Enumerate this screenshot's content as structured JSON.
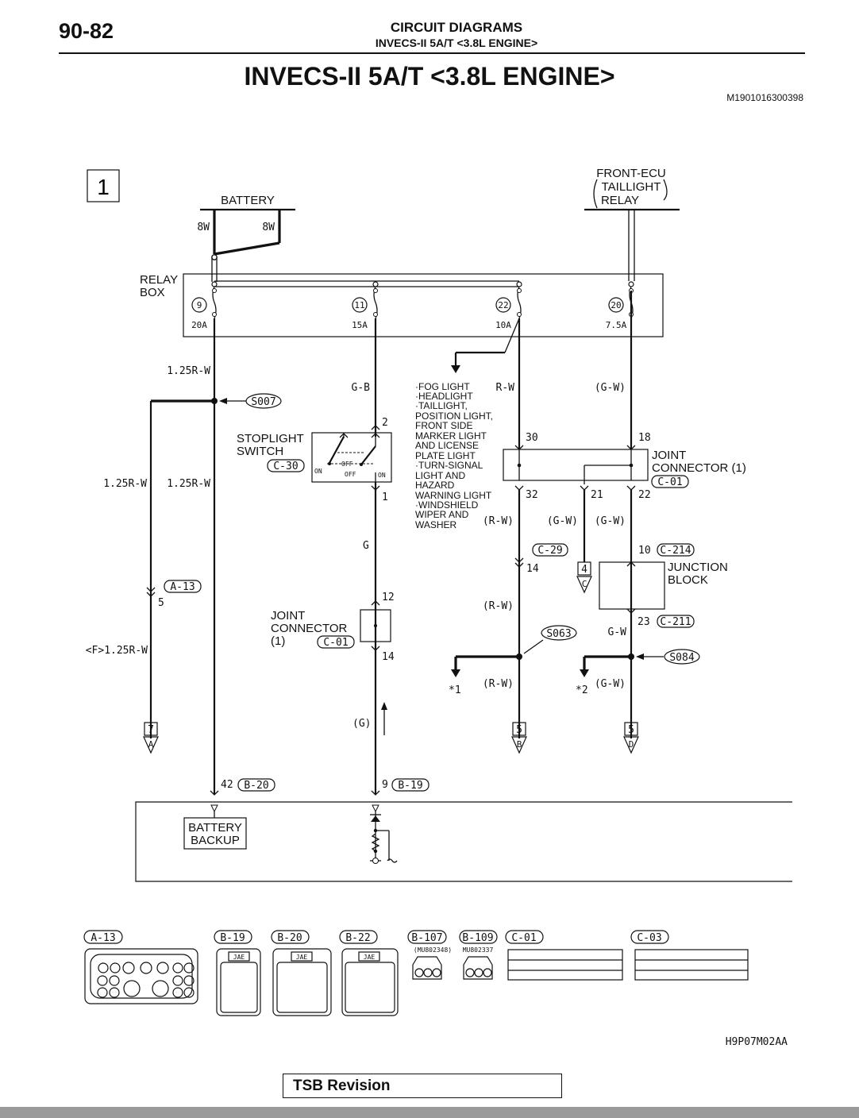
{
  "header": {
    "page_number": "90-82",
    "section": "CIRCUIT DIAGRAMS",
    "subsection": "INVECS-II 5A/T <3.8L ENGINE>",
    "title": "INVECS-II 5A/T <3.8L ENGINE>",
    "doc_id": "M1901016300398"
  },
  "diagram": {
    "sheet_number": "1",
    "battery": "BATTERY",
    "battery_wire_left": "8W",
    "battery_wire_right": "8W",
    "front_ecu_1": "FRONT-ECU",
    "front_ecu_2": "TAILLIGHT",
    "front_ecu_3": "RELAY",
    "relay_box_1": "RELAY",
    "relay_box_2": "BOX",
    "fuses": [
      {
        "num": "9",
        "rating": "20A"
      },
      {
        "num": "11",
        "rating": "15A"
      },
      {
        "num": "22",
        "rating": "10A"
      },
      {
        "num": "20",
        "rating": "7.5A"
      }
    ],
    "wire_125rw_top": "1.25R-W",
    "wire_gb": "G-B",
    "wire_rw_top": "R-W",
    "wire_gw_top": "(G-W)",
    "splice_s007": "S007",
    "splice_s063": "S063",
    "splice_s084": "S084",
    "loads": [
      "·FOG LIGHT",
      "·HEADLIGHT",
      "·TAILLIGHT,",
      " POSITION LIGHT,",
      " FRONT SIDE",
      " MARKER LIGHT",
      " AND LICENSE",
      " PLATE LIGHT",
      "·TURN-SIGNAL",
      " LIGHT AND",
      " HAZARD",
      " WARNING LIGHT",
      "·WINDSHIELD",
      " WIPER AND",
      " WASHER"
    ],
    "stoplight_1": "STOPLIGHT",
    "stoplight_2": "SWITCH",
    "stoplight_conn": "C-30",
    "sw_on_left": "ON",
    "sw_off_top": "OFF",
    "sw_off_bottom": "OFF",
    "sw_on_right": "ON",
    "pin_2": "2",
    "pin_1": "1",
    "wire_g": "G",
    "pin_12": "12",
    "pin_14_left": "14",
    "wire_g_paren": "(G)",
    "pin_9": "9",
    "conn_b19": "B-19",
    "joint_left_1": "JOINT",
    "joint_left_2": "CONNECTOR",
    "joint_left_3": "(1)",
    "conn_c01": "C-01",
    "joint_right_1": "JOINT",
    "joint_right_2": "CONNECTOR (1)",
    "pin_30": "30",
    "pin_18": "18",
    "pin_32": "32",
    "pin_21": "21",
    "pin_22": "22",
    "wire_rw_p1": "(R-W)",
    "wire_gw_p1": "(G-W)",
    "wire_gw_p2": "(G-W)",
    "conn_c29": "C-29",
    "pin_14_c29": "14",
    "ref_4": "4",
    "ref_c": "C",
    "pin_10": "10",
    "conn_c214": "C-214",
    "junction_1": "JUNCTION",
    "junction_2": "BLOCK",
    "pin_23": "23",
    "conn_c211": "C-211",
    "wire_gw_plain": "G-W",
    "wire_rw_p2": "(R-W)",
    "wire_rw_p3": "(R-W)",
    "wire_gw_p3": "(G-W)",
    "star_1": "*1",
    "star_2": "*2",
    "ref_5b": "5",
    "ref_b": "B",
    "ref_5d": "5",
    "ref_d": "D",
    "wire_125rw_left": "1.25R-W",
    "wire_125rw_mid": "1.25R-W",
    "conn_a13": "A-13",
    "pin_5": "5",
    "wire_f125rw": "<F>1.25R-W",
    "ref_7": "7",
    "ref_a": "A",
    "pin_42": "42",
    "conn_b20": "B-20",
    "battery_backup_1": "BATTERY",
    "battery_backup_2": "BACKUP",
    "figure_id": "H9P07M02AA"
  },
  "connectors": {
    "a13": "A-13",
    "b19": "B-19",
    "b20": "B-20",
    "b22": "B-22",
    "b107": "B-107",
    "b107_part": "(MU802348)",
    "b109": "B-109",
    "b109_part": "MU802337",
    "c01": "C-01",
    "c03": "C-03",
    "jae": "JAE"
  },
  "footer": {
    "tsb": "TSB Revision"
  }
}
